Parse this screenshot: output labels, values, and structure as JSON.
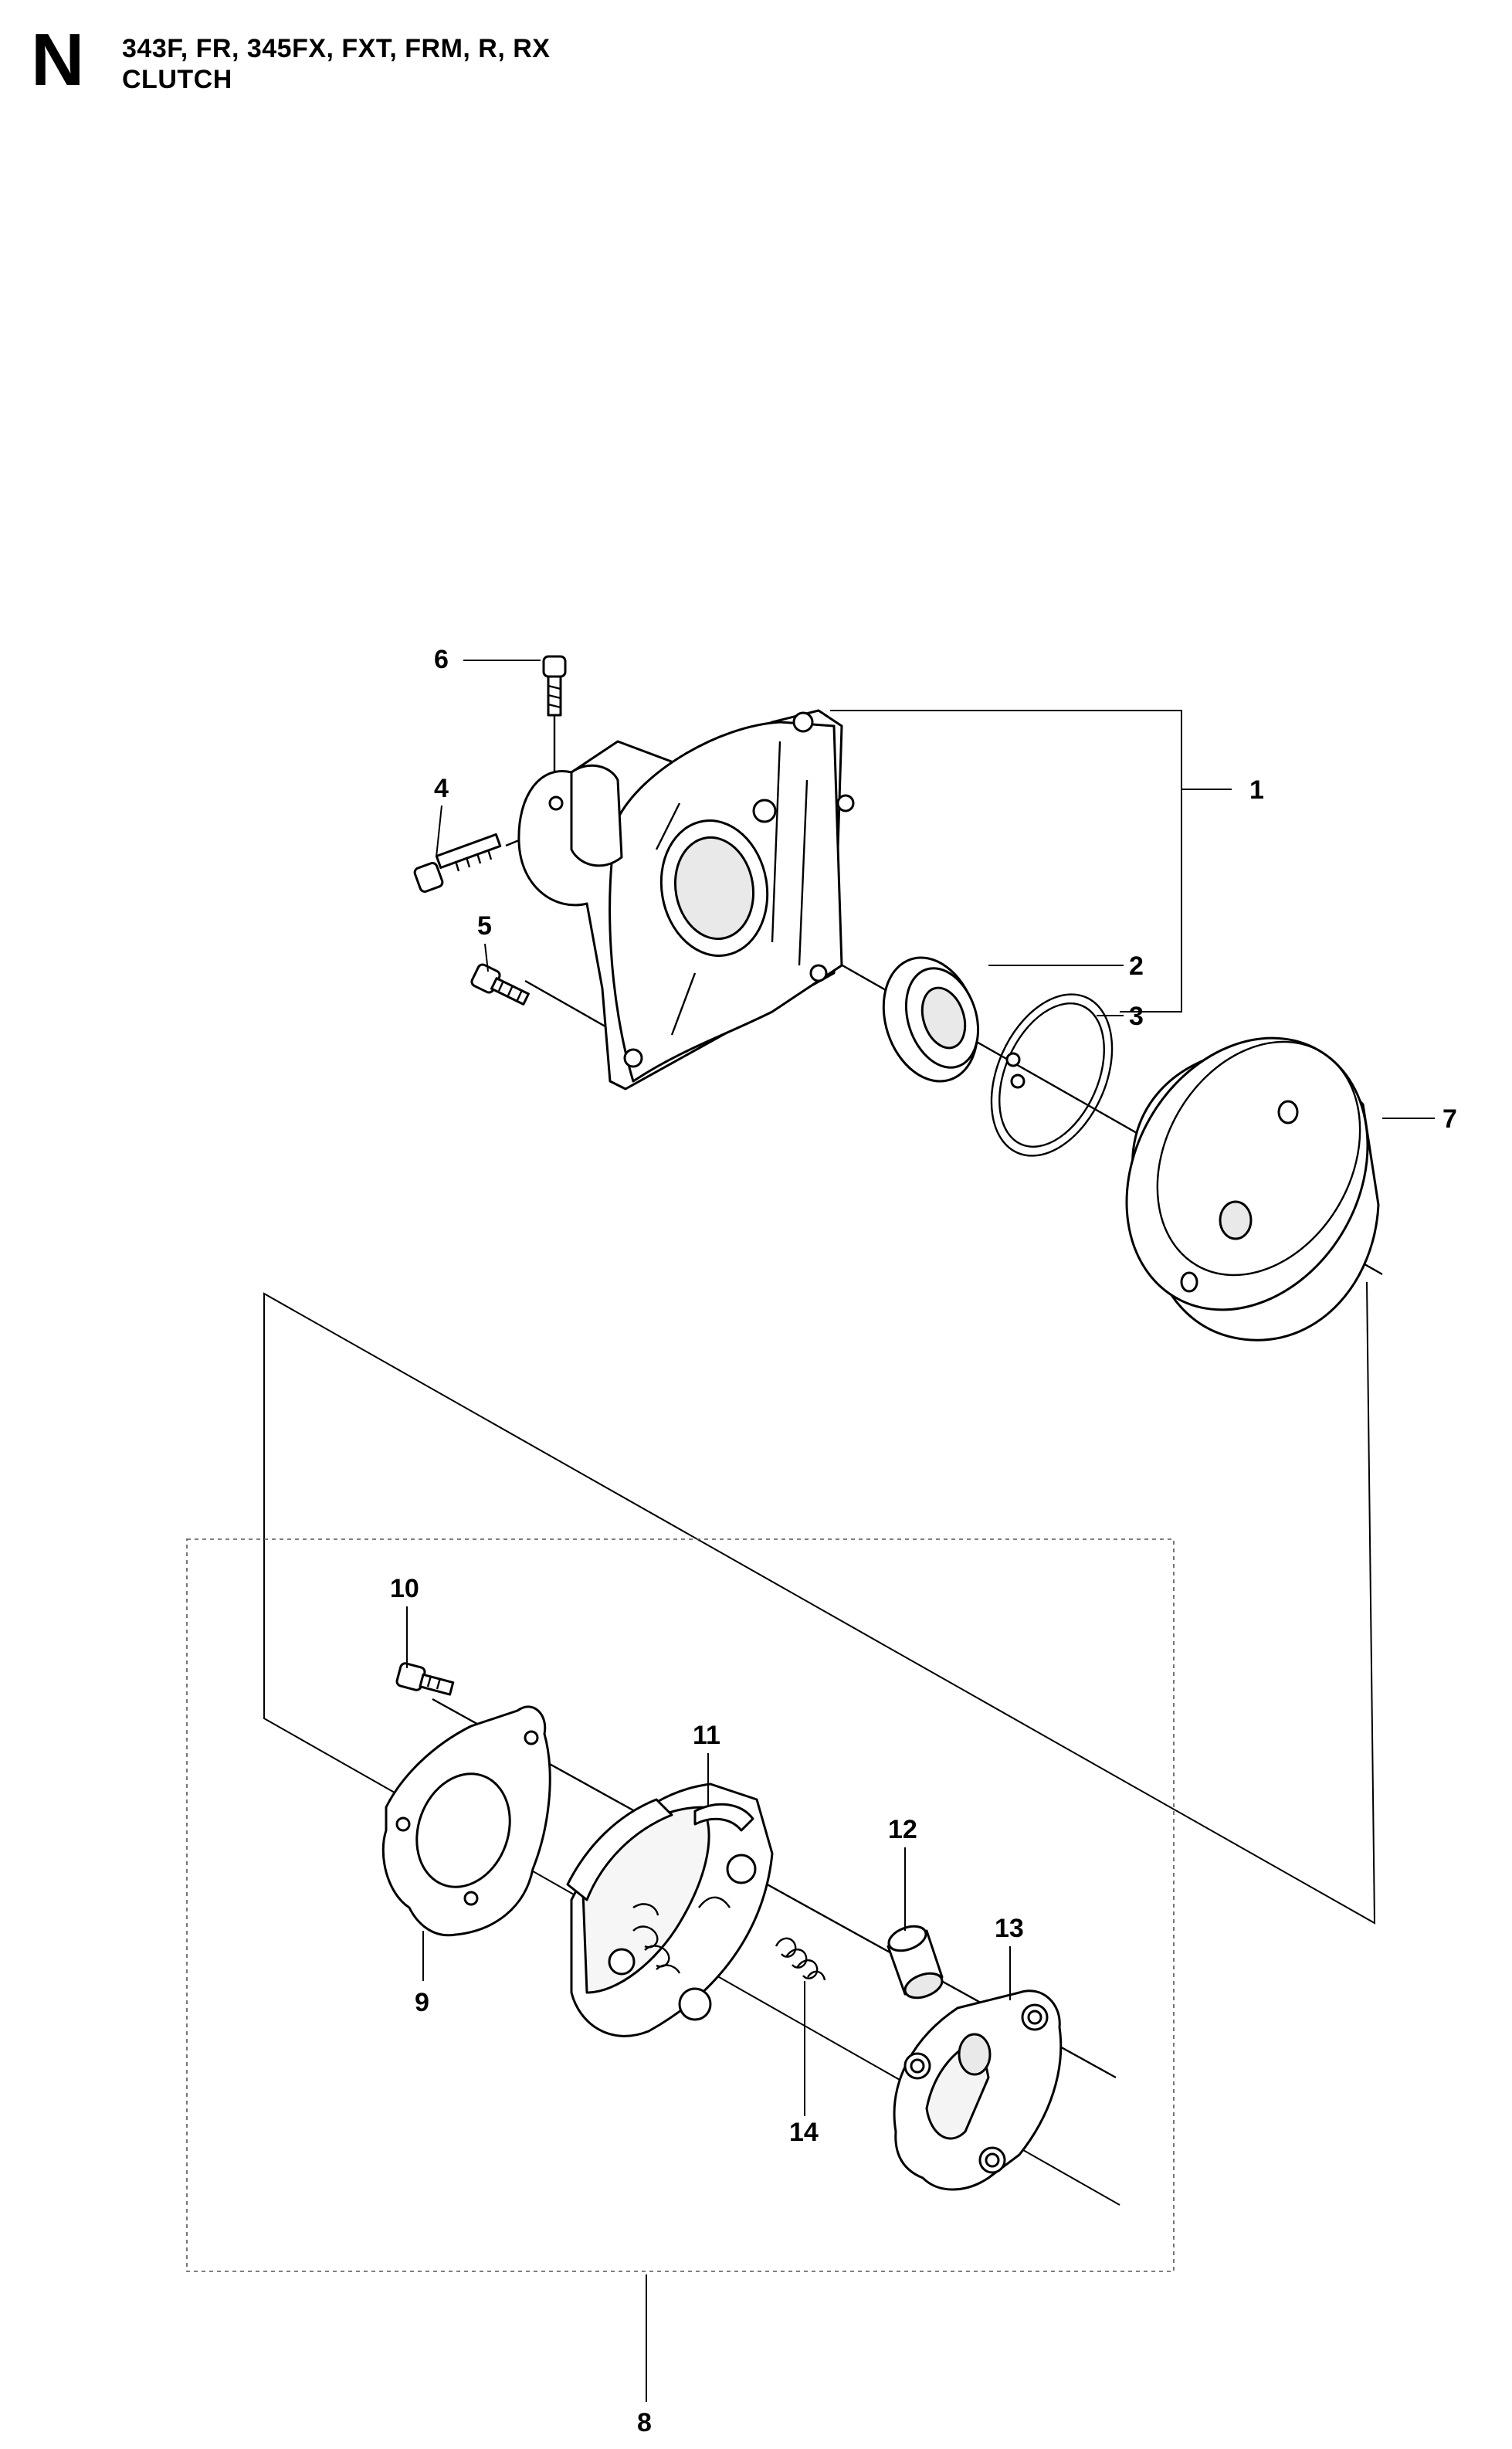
{
  "header": {
    "section_letter": "N",
    "models": "343F, FR, 345FX, FXT, FRM, R, RX",
    "title": "CLUTCH"
  },
  "callouts": [
    {
      "id": "1",
      "label": "1"
    },
    {
      "id": "2",
      "label": "2"
    },
    {
      "id": "3",
      "label": "3"
    },
    {
      "id": "4",
      "label": "4"
    },
    {
      "id": "5",
      "label": "5"
    },
    {
      "id": "6",
      "label": "6"
    },
    {
      "id": "7",
      "label": "7"
    },
    {
      "id": "8",
      "label": "8"
    },
    {
      "id": "9",
      "label": "9"
    },
    {
      "id": "10",
      "label": "10"
    },
    {
      "id": "11",
      "label": "11"
    },
    {
      "id": "12",
      "label": "12"
    },
    {
      "id": "13",
      "label": "13"
    },
    {
      "id": "14",
      "label": "14"
    }
  ],
  "parts": [
    {
      "callout": "1",
      "icon": "clutch-housing-icon"
    },
    {
      "callout": "2",
      "icon": "bearing-icon"
    },
    {
      "callout": "3",
      "icon": "retaining-ring-icon"
    },
    {
      "callout": "4",
      "icon": "screw-icon"
    },
    {
      "callout": "5",
      "icon": "screw-icon"
    },
    {
      "callout": "6",
      "icon": "screw-icon"
    },
    {
      "callout": "7",
      "icon": "clutch-drum-icon"
    },
    {
      "callout": "8",
      "icon": "clutch-assembly-icon"
    },
    {
      "callout": "9",
      "icon": "washer-plate-icon"
    },
    {
      "callout": "10",
      "icon": "screw-icon"
    },
    {
      "callout": "11",
      "icon": "clutch-shoe-icon"
    },
    {
      "callout": "12",
      "icon": "sleeve-icon"
    },
    {
      "callout": "13",
      "icon": "hub-plate-icon"
    },
    {
      "callout": "14",
      "icon": "spring-icon"
    }
  ],
  "colors": {
    "line": "#000000",
    "background": "#ffffff",
    "shade": "#e9e9e9"
  }
}
